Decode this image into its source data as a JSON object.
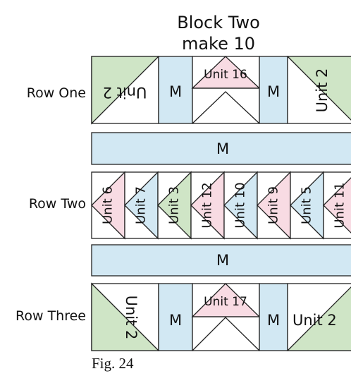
{
  "title": {
    "line1": "Block Two",
    "line2": "make 10"
  },
  "rows": {
    "row_one": "Row One",
    "row_two": "Row Two",
    "row_three": "Row Three"
  },
  "row_one_units": {
    "left": "Unit 2",
    "m1": "M",
    "center": "Unit 16",
    "m2": "M",
    "right": "Unit 2"
  },
  "sash_1": "M",
  "row_two_units": [
    "Unit 6",
    "Unit 7",
    "Unit 3",
    "Unit 12",
    "Unit 10",
    "Unit 9",
    "Unit 5",
    "Unit 11"
  ],
  "sash_2": "M",
  "row_three_units": {
    "left": "Unit 2",
    "m1": "M",
    "center": "Unit 17",
    "m2": "M",
    "right": "Unit 2"
  },
  "caption": "Fig. 24",
  "colors": {
    "green": "#cfe5c6",
    "blue": "#d2e8f3",
    "pink": "#f8dbe3",
    "white": "#ffffff",
    "stroke": "#222222"
  }
}
